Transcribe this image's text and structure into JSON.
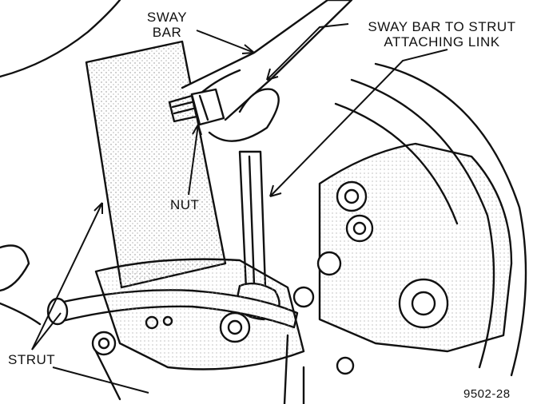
{
  "labels": {
    "sway_bar": {
      "line1": "SWAY",
      "line2": "BAR"
    },
    "link": {
      "line1": "SWAY BAR TO STRUT",
      "line2": "ATTACHING LINK"
    },
    "nut": "NUT",
    "strut": "STRUT",
    "figure_number": "9502-28"
  },
  "colors": {
    "ink": "#111111",
    "paper": "#ffffff",
    "stipple": "#8a8a8a"
  }
}
